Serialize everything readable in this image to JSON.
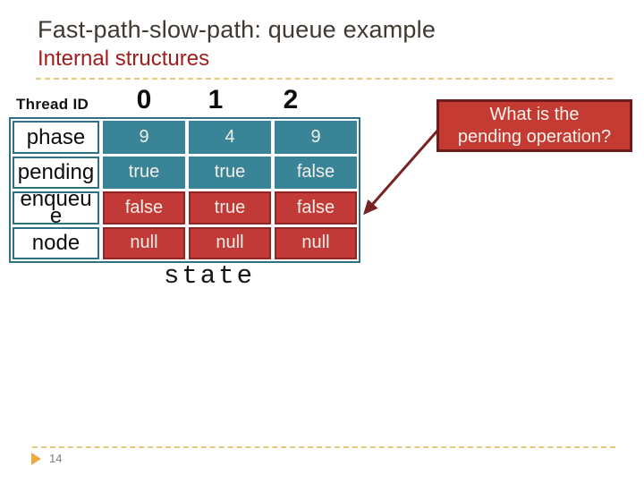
{
  "slide": {
    "title_line1": "Fast-path-slow-path: queue example",
    "title_line2": "Internal structures",
    "caption": "state",
    "page_number": "14"
  },
  "table": {
    "corner_label": "Thread ID",
    "column_headers": [
      "0",
      "1",
      "2"
    ],
    "rows": [
      {
        "label_lines": [
          "phase"
        ],
        "style": "teal",
        "values": [
          "9",
          "4",
          "9"
        ]
      },
      {
        "label_lines": [
          "pending"
        ],
        "style": "teal",
        "values": [
          "true",
          "true",
          "false"
        ]
      },
      {
        "label_lines": [
          "enqueu",
          "e"
        ],
        "style": "red",
        "values": [
          "false",
          "true",
          "false"
        ]
      },
      {
        "label_lines": [
          "node"
        ],
        "style": "red",
        "values": [
          "null",
          "null",
          "null"
        ]
      }
    ]
  },
  "callout": {
    "line1": "What is the",
    "line2": "pending operation?"
  },
  "colors": {
    "teal": "#3A8498",
    "teal_border": "#2D7183",
    "red": "#C13A38",
    "red_border": "#8E2623",
    "callout_bg": "#C43B33",
    "callout_border": "#701C1C",
    "arrow": "#7A2222",
    "title1": "#3F3931",
    "title2": "#A11C1C",
    "dashed": "#E4C87D",
    "marker": "#F0A93C",
    "page_num": "#7F7F7F"
  }
}
